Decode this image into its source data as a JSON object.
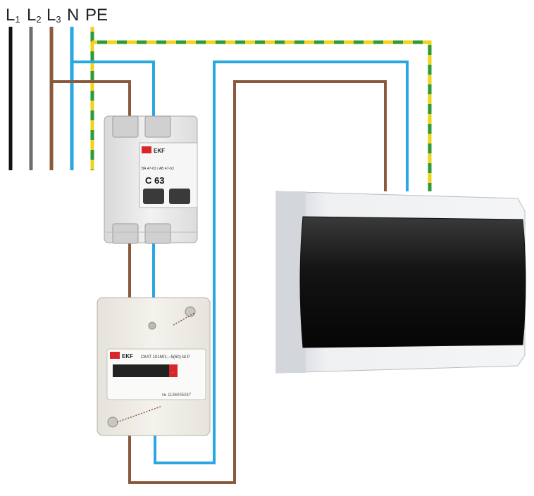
{
  "terminals": [
    {
      "id": "L1",
      "main": "L",
      "sub": "1"
    },
    {
      "id": "L2",
      "main": "L",
      "sub": "2"
    },
    {
      "id": "L3",
      "main": "L",
      "sub": "3"
    },
    {
      "id": "N",
      "main": "N",
      "sub": ""
    },
    {
      "id": "PE",
      "main": "PE",
      "sub": ""
    }
  ],
  "breaker": {
    "brand": "EKF",
    "model": "ВА 47-63 / АВ 47-63",
    "rating": "C 63"
  },
  "meter": {
    "brand": "EKF",
    "model": "СКАТ 101М/1—5(60) Ш Р",
    "serial": "№ 1136005287"
  },
  "wire_colors": {
    "L1": "#111111",
    "L2": "#6e6e6e",
    "L3": "#8a5a3c",
    "N": "#2aa7e0",
    "PE_green": "#2e9a3a",
    "PE_yellow": "#f2d21a"
  }
}
